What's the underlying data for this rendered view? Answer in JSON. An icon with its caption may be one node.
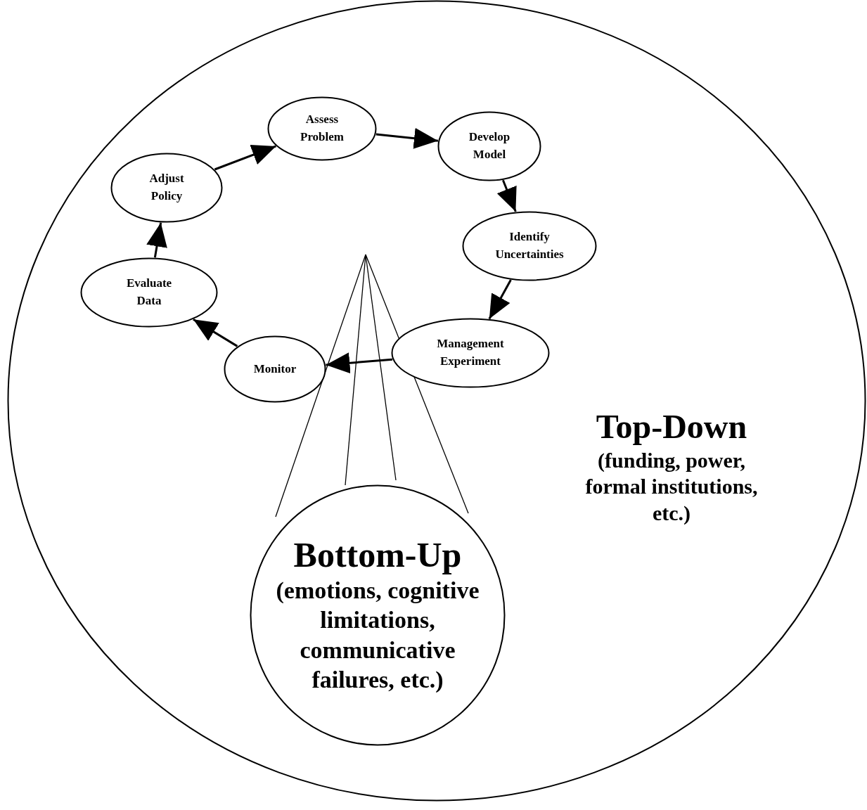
{
  "diagram": {
    "nodes": [
      {
        "text": [
          "Top-Down",
          "(funding, power, formal institutions, etc.)"
        ]
      },
      {
        "text": [
          "Assess Problem"
        ],
        "in": 0
      },
      {
        "text": [
          "Develop Model"
        ],
        "in": 0
      },
      {
        "text": [
          "Identify Uncertainties"
        ],
        "in": 0
      },
      {
        "text": [
          "Management Experiment"
        ],
        "in": 0
      },
      {
        "text": [
          "Monitor"
        ],
        "in": 0
      },
      {
        "text": [
          "Evaluate Data"
        ],
        "in": 0
      },
      {
        "text": [
          "Adjust Policy"
        ],
        "in": 0
      },
      {
        "text": [
          "Bottom-Up",
          "(emotions, cognitive limitations, communicative failures, etc.)"
        ],
        "in": 0
      }
    ],
    "edges": [
      {
        "from": 7,
        "to": 1,
        "arrow": "to"
      },
      {
        "from": 1,
        "to": 2,
        "arrow": "to"
      },
      {
        "from": 2,
        "to": 3,
        "arrow": "to"
      },
      {
        "from": 3,
        "to": 4,
        "arrow": "to"
      },
      {
        "from": 4,
        "to": 5,
        "arrow": "to"
      },
      {
        "from": 5,
        "to": 6,
        "arrow": "to"
      },
      {
        "from": 6,
        "to": 7,
        "arrow": "to"
      }
    ]
  }
}
